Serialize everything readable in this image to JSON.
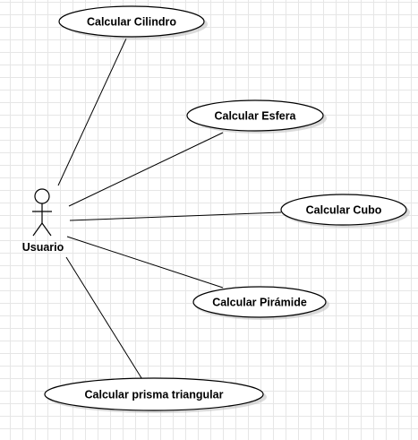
{
  "diagram": {
    "type": "use-case",
    "actor": {
      "label": "Usuario"
    },
    "use_cases": [
      {
        "id": "cilindro",
        "label": "Calcular Cilindro"
      },
      {
        "id": "esfera",
        "label": "Calcular Esfera"
      },
      {
        "id": "cubo",
        "label": "Calcular Cubo"
      },
      {
        "id": "piramide",
        "label": "Calcular Pirámide"
      },
      {
        "id": "prisma",
        "label": "Calcular prisma triangular"
      }
    ],
    "associations": [
      {
        "from": "actor",
        "to": "cilindro"
      },
      {
        "from": "actor",
        "to": "esfera"
      },
      {
        "from": "actor",
        "to": "cubo"
      },
      {
        "from": "actor",
        "to": "piramide"
      },
      {
        "from": "actor",
        "to": "prisma"
      }
    ],
    "colors": {
      "stroke": "#000000",
      "fill": "#ffffff",
      "grid": "#e6e6e6",
      "shadow": "#bdbdbd"
    }
  }
}
